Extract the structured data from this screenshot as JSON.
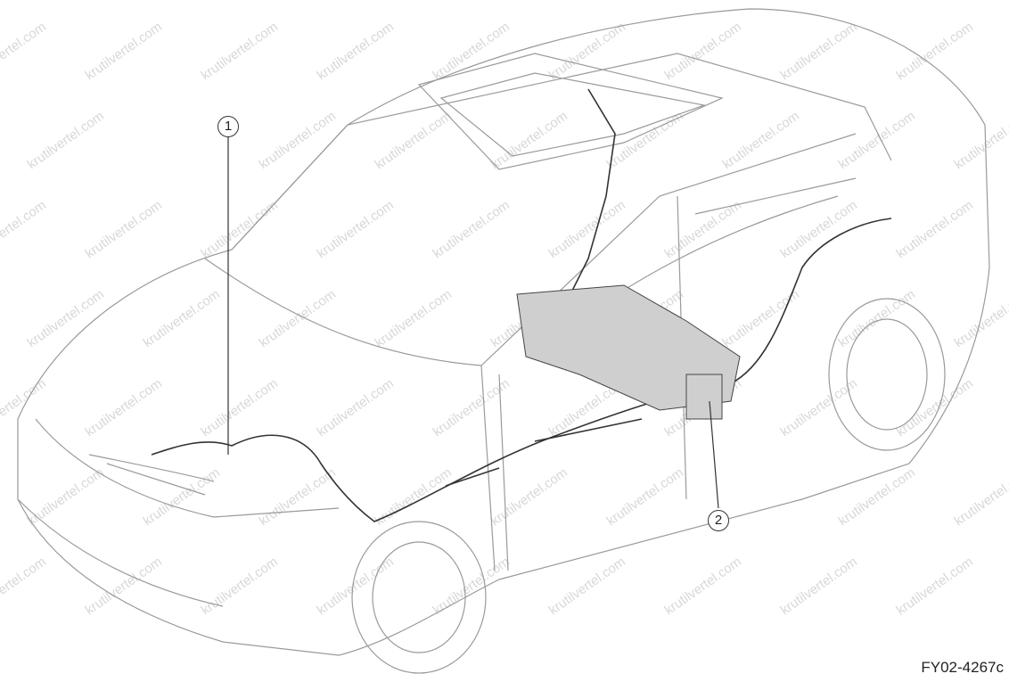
{
  "callouts": [
    {
      "label": "1"
    },
    {
      "label": "2"
    }
  ],
  "figure_code": "FY02-4267c",
  "watermark": "krutilvertel.com"
}
